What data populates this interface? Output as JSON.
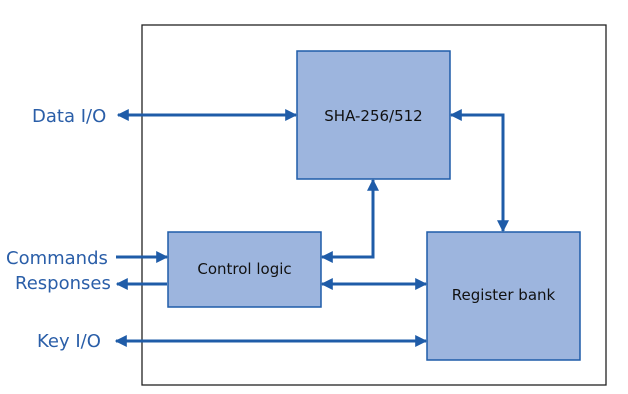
{
  "blocks": {
    "sha": {
      "label": "SHA-256/512"
    },
    "control": {
      "label": "Control logic"
    },
    "register": {
      "label": "Register bank"
    }
  },
  "io": {
    "data": "Data I/O",
    "commands": "Commands",
    "responses": "Responses",
    "key": "Key I/O"
  },
  "colors": {
    "block_fill": "#9db5de",
    "line": "#1f5ca8",
    "io_text": "#2a5ea8"
  }
}
